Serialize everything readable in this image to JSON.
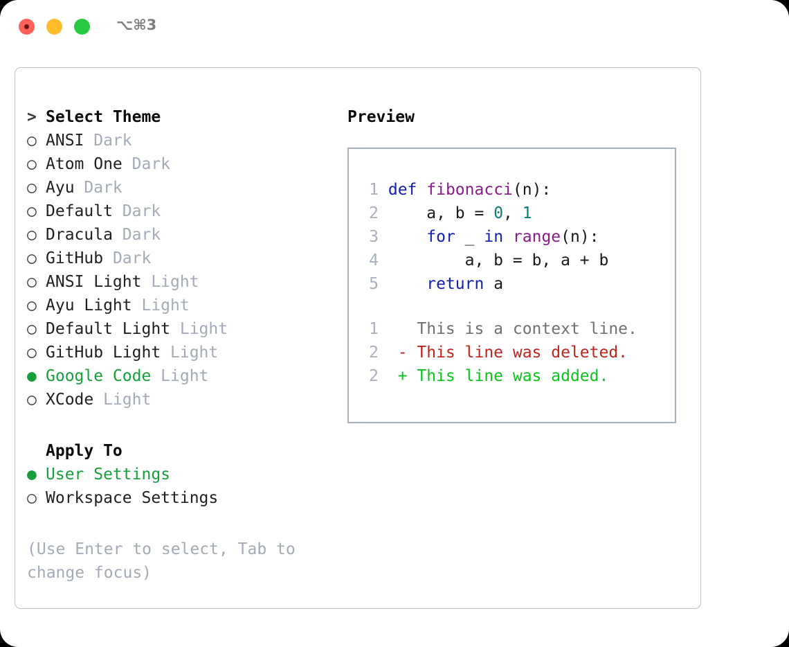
{
  "titlebar": {
    "shortcut": "⌥⌘3",
    "lights": [
      "close-red",
      "minimize-yellow",
      "maximize-green"
    ]
  },
  "theme_picker": {
    "header_marker": ">",
    "header": "Select Theme",
    "unselected_marker": "○",
    "selected_marker": "●",
    "items": [
      {
        "marker": "○",
        "name": "ANSI",
        "variant": "Dark",
        "selected": false
      },
      {
        "marker": "○",
        "name": "Atom One",
        "variant": "Dark",
        "selected": false
      },
      {
        "marker": "○",
        "name": "Ayu",
        "variant": "Dark",
        "selected": false
      },
      {
        "marker": "○",
        "name": "Default",
        "variant": "Dark",
        "selected": false
      },
      {
        "marker": "○",
        "name": "Dracula",
        "variant": "Dark",
        "selected": false
      },
      {
        "marker": "○",
        "name": "GitHub",
        "variant": "Dark",
        "selected": false
      },
      {
        "marker": "○",
        "name": "ANSI Light",
        "variant": "Light",
        "selected": false
      },
      {
        "marker": "○",
        "name": "Ayu Light",
        "variant": "Light",
        "selected": false
      },
      {
        "marker": "○",
        "name": "Default Light",
        "variant": "Light",
        "selected": false
      },
      {
        "marker": "○",
        "name": "GitHub Light",
        "variant": "Light",
        "selected": false
      },
      {
        "marker": "●",
        "name": "Google Code",
        "variant": "Light",
        "selected": true
      },
      {
        "marker": "○",
        "name": "XCode",
        "variant": "Light",
        "selected": false
      }
    ]
  },
  "apply_to": {
    "header": "Apply To",
    "items": [
      {
        "marker": "●",
        "name": "User Settings",
        "selected": true
      },
      {
        "marker": "○",
        "name": "Workspace Settings",
        "selected": false
      }
    ]
  },
  "hint": "(Use Enter to select, Tab to change focus)",
  "preview": {
    "title": "Preview",
    "code_lines": [
      {
        "no": "1",
        "tokens": [
          {
            "t": "def",
            "c": "kw"
          },
          {
            "t": " ",
            "c": "plain"
          },
          {
            "t": "fibonacci",
            "c": "fn"
          },
          {
            "t": "(n):",
            "c": "plain"
          }
        ]
      },
      {
        "no": "2",
        "tokens": [
          {
            "t": "    a, b = ",
            "c": "plain"
          },
          {
            "t": "0",
            "c": "num"
          },
          {
            "t": ", ",
            "c": "plain"
          },
          {
            "t": "1",
            "c": "num"
          }
        ]
      },
      {
        "no": "3",
        "tokens": [
          {
            "t": "    ",
            "c": "plain"
          },
          {
            "t": "for",
            "c": "kw"
          },
          {
            "t": " _ ",
            "c": "plain"
          },
          {
            "t": "in",
            "c": "kw"
          },
          {
            "t": " ",
            "c": "plain"
          },
          {
            "t": "range",
            "c": "fn"
          },
          {
            "t": "(n):",
            "c": "plain"
          }
        ]
      },
      {
        "no": "4",
        "tokens": [
          {
            "t": "        a, b = b, a + b",
            "c": "plain"
          }
        ]
      },
      {
        "no": "5",
        "tokens": [
          {
            "t": "    ",
            "c": "plain"
          },
          {
            "t": "return",
            "c": "kw"
          },
          {
            "t": " a",
            "c": "plain"
          }
        ]
      }
    ],
    "diff_lines": [
      {
        "no": "1",
        "sign": " ",
        "text": "This is a context line.",
        "kind": "d-ctx"
      },
      {
        "no": "2",
        "sign": "-",
        "text": "This line was deleted.",
        "kind": "d-del"
      },
      {
        "no": "2",
        "sign": "+",
        "text": "This line was added.",
        "kind": "d-add"
      }
    ]
  },
  "colors": {
    "accent_green": "#17a03a",
    "diff_add": "#0ac41a",
    "diff_del": "#c0241c",
    "muted": "#a3aab8",
    "keyword": "#1020b0",
    "function": "#8a1a8a",
    "number": "#0a7b78",
    "border": "#a8b0bd"
  }
}
